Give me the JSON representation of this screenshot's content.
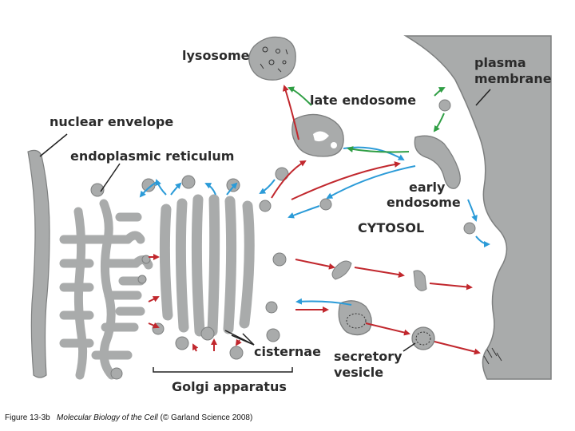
{
  "labels": {
    "lysosome": "lysosome",
    "late_endosome": "late endosome",
    "plasma_membrane_1": "plasma",
    "plasma_membrane_2": "membrane",
    "nuclear_envelope": "nuclear envelope",
    "endoplasmic_reticulum": "endoplasmic reticulum",
    "early_endosome_1": "early",
    "early_endosome_2": "endosome",
    "cytosol": "CYTOSOL",
    "cisternae": "cisternae",
    "secretory_vesicle_1": "secretory",
    "secretory_vesicle_2": "vesicle",
    "golgi_apparatus": "Golgi apparatus"
  },
  "caption": {
    "figure": "Figure 13-3b",
    "book": "Molecular Biology of the Cell",
    "source": "(© Garland Science 2008)"
  },
  "colors": {
    "organelle": "#a9abab",
    "organelle_outline": "#7d7f7f",
    "cytoplasm": "#ffffff",
    "arrow_red": "#c1272d",
    "arrow_blue": "#2b9bd8",
    "arrow_green": "#2f9e44",
    "text": "#2b2b2b"
  }
}
